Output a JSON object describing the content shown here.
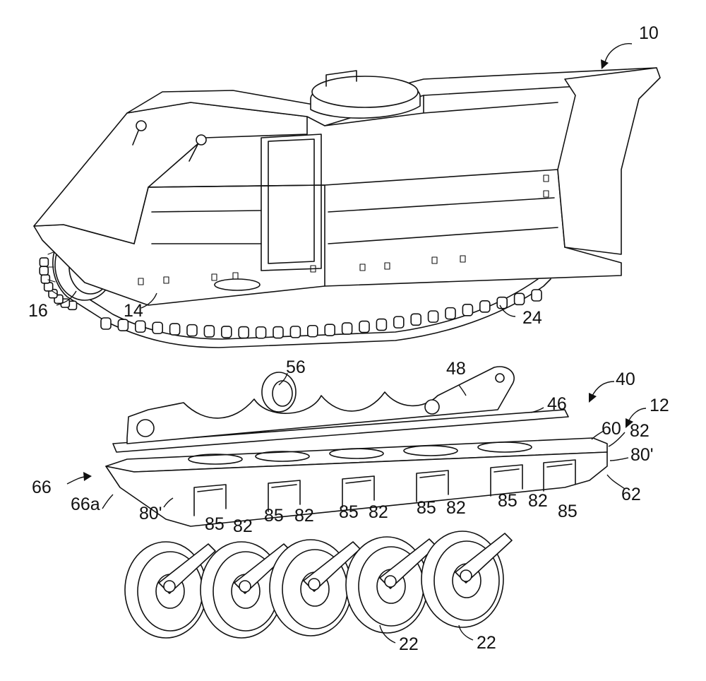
{
  "figure": {
    "labels": {
      "ref_10": "10",
      "ref_16": "16",
      "ref_14": "14",
      "ref_24": "24",
      "ref_56": "56",
      "ref_48": "48",
      "ref_40": "40",
      "ref_46": "46",
      "ref_12": "12",
      "ref_60": "60",
      "ref_82_top": "82",
      "ref_80p_right": "80'",
      "ref_62": "62",
      "ref_66": "66",
      "ref_66a": "66a",
      "ref_80p_left": "80'",
      "ref_85_1": "85",
      "ref_82_1": "82",
      "ref_85_2": "85",
      "ref_82_2": "82",
      "ref_85_3": "85",
      "ref_82_3": "82",
      "ref_85_4": "85",
      "ref_82_4": "82",
      "ref_85_5": "85",
      "ref_82_5": "82",
      "ref_85_6": "85",
      "ref_22_a": "22",
      "ref_22_b": "22"
    }
  }
}
